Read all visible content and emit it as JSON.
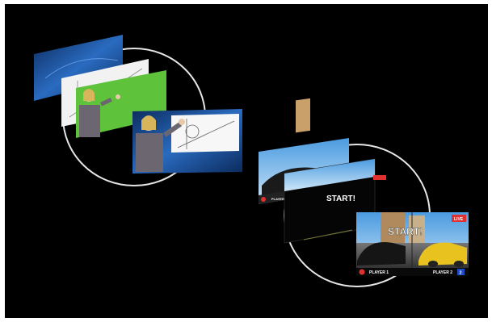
{
  "group_1": {
    "title": "Chroma key compositing illustration"
  },
  "group_2": {
    "start_text_middle": "START!",
    "start_text_front": "START!",
    "player_back": "PLAYER",
    "player1": "PLAYER 1",
    "player2": "PLAYER 2",
    "live_badge": "LIVE",
    "player2_score": "2"
  },
  "colors": {
    "background": "#000000",
    "green_screen": "#5ec23a",
    "blue_bg": "#1c4a8f",
    "ring": "#e6e6e6"
  }
}
